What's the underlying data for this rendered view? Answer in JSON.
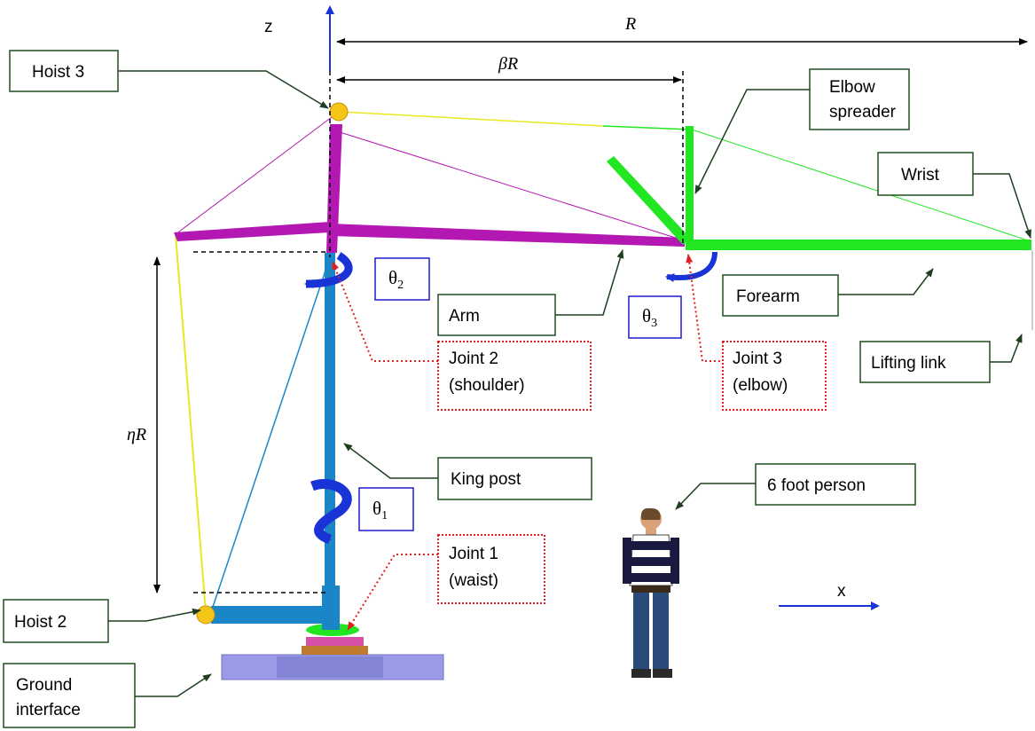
{
  "axes": {
    "z": "z",
    "x": "x"
  },
  "dimensions": {
    "R": "R",
    "betaR": "βR",
    "etaR": "ηR"
  },
  "angles": {
    "theta1": {
      "base": "θ",
      "sub": "1"
    },
    "theta2": {
      "base": "θ",
      "sub": "2"
    },
    "theta3": {
      "base": "θ",
      "sub": "3"
    }
  },
  "labels": {
    "hoist3": "Hoist 3",
    "elbow_spreader": [
      "Elbow",
      "spreader"
    ],
    "wrist": "Wrist",
    "arm": "Arm",
    "forearm": "Forearm",
    "lifting_link": "Lifting link",
    "joint2": [
      "Joint 2",
      "(shoulder)"
    ],
    "joint3": [
      "Joint 3",
      "(elbow)"
    ],
    "king_post": "King post",
    "person": "6 foot person",
    "joint1": [
      "Joint 1",
      "(waist)"
    ],
    "hoist2": "Hoist 2",
    "ground_interface": [
      "Ground",
      "interface"
    ]
  },
  "colors": {
    "arm_structure": "#b318b3",
    "forearm_structure": "#22e622",
    "king_post": "#1a86c8",
    "hoist_cable": "#e8e820",
    "rotation_arrow": "#1a33d6",
    "joint_leader": "#e02020",
    "base": "#9a9ae6"
  }
}
